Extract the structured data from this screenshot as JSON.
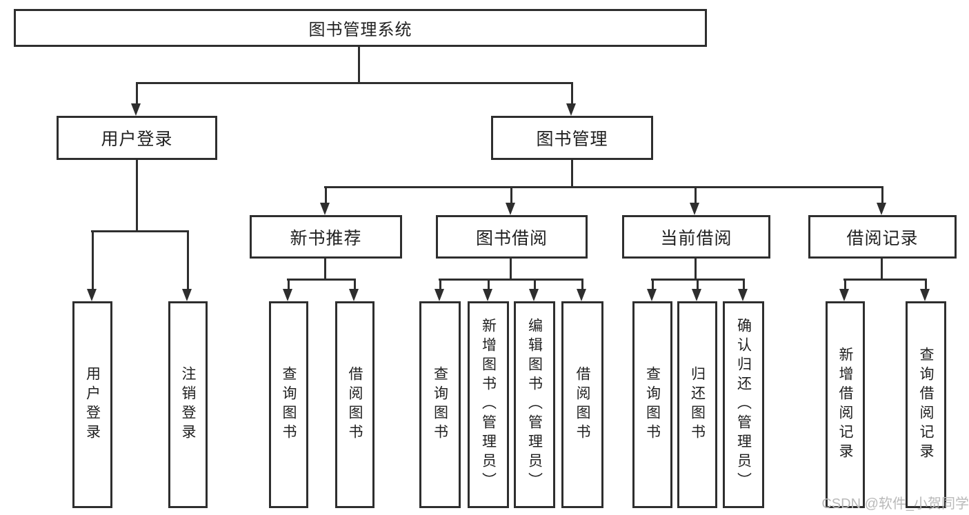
{
  "diagram": {
    "root": {
      "label": "图书管理系统"
    },
    "branches": [
      {
        "label": "用户登录",
        "children": [
          {
            "label": "用户登录"
          },
          {
            "label": "注销登录"
          }
        ]
      },
      {
        "label": "图书管理",
        "children": [
          {
            "label": "新书推荐",
            "children": [
              {
                "label": "查询图书"
              },
              {
                "label": "借阅图书"
              }
            ]
          },
          {
            "label": "图书借阅",
            "children": [
              {
                "label": "查询图书"
              },
              {
                "label": "新增图书（管理员）"
              },
              {
                "label": "编辑图书（管理员）"
              },
              {
                "label": "借阅图书"
              }
            ]
          },
          {
            "label": "当前借阅",
            "children": [
              {
                "label": "查询图书"
              },
              {
                "label": "归还图书"
              },
              {
                "label": "确认归还（管理员）"
              }
            ]
          },
          {
            "label": "借阅记录",
            "children": [
              {
                "label": "新增借阅记录"
              },
              {
                "label": "查询借阅记录"
              }
            ]
          }
        ]
      }
    ]
  },
  "watermark": {
    "text": "CSDN @软件_小贺同学"
  },
  "colors": {
    "line": "#2e2e2e",
    "text": "#1f1f1f",
    "background": "#ffffff",
    "watermark": "#b9b9b9"
  }
}
